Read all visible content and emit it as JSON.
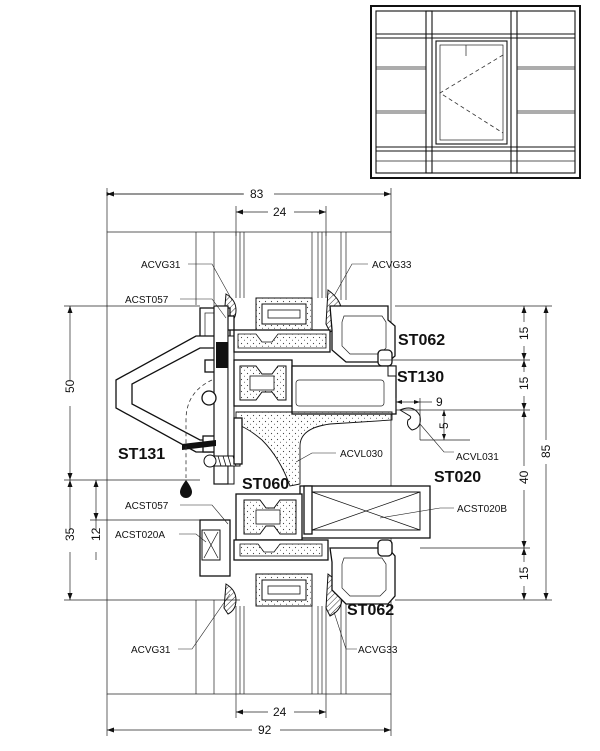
{
  "dimensions": {
    "overall_top": "83",
    "glass_top": "24",
    "glass_bottom": "24",
    "overall_bottom": "92",
    "left_50": "50",
    "left_35": "35",
    "left_12": "12",
    "right_15_top": "15",
    "right_15_mid": "15",
    "right_9": "9",
    "right_5": "5",
    "right_40": "40",
    "right_85": "85",
    "right_15_bottom": "15"
  },
  "profiles": {
    "st062_top": "ST062",
    "st130": "ST130",
    "st131": "ST131",
    "st020": "ST020",
    "st060": "ST060",
    "st062_bottom": "ST062"
  },
  "parts": {
    "acvg31_top": "ACVG31",
    "acvg33_top": "ACVG33",
    "acst057_top": "ACST057",
    "acvl030": "ACVL030",
    "acvl031": "ACVL031",
    "acst057_bottom": "ACST057",
    "acst020b": "ACST020B",
    "acst020a": "ACST020A",
    "acvg31_bottom": "ACVG31",
    "acvg33_bottom": "ACVG33"
  }
}
